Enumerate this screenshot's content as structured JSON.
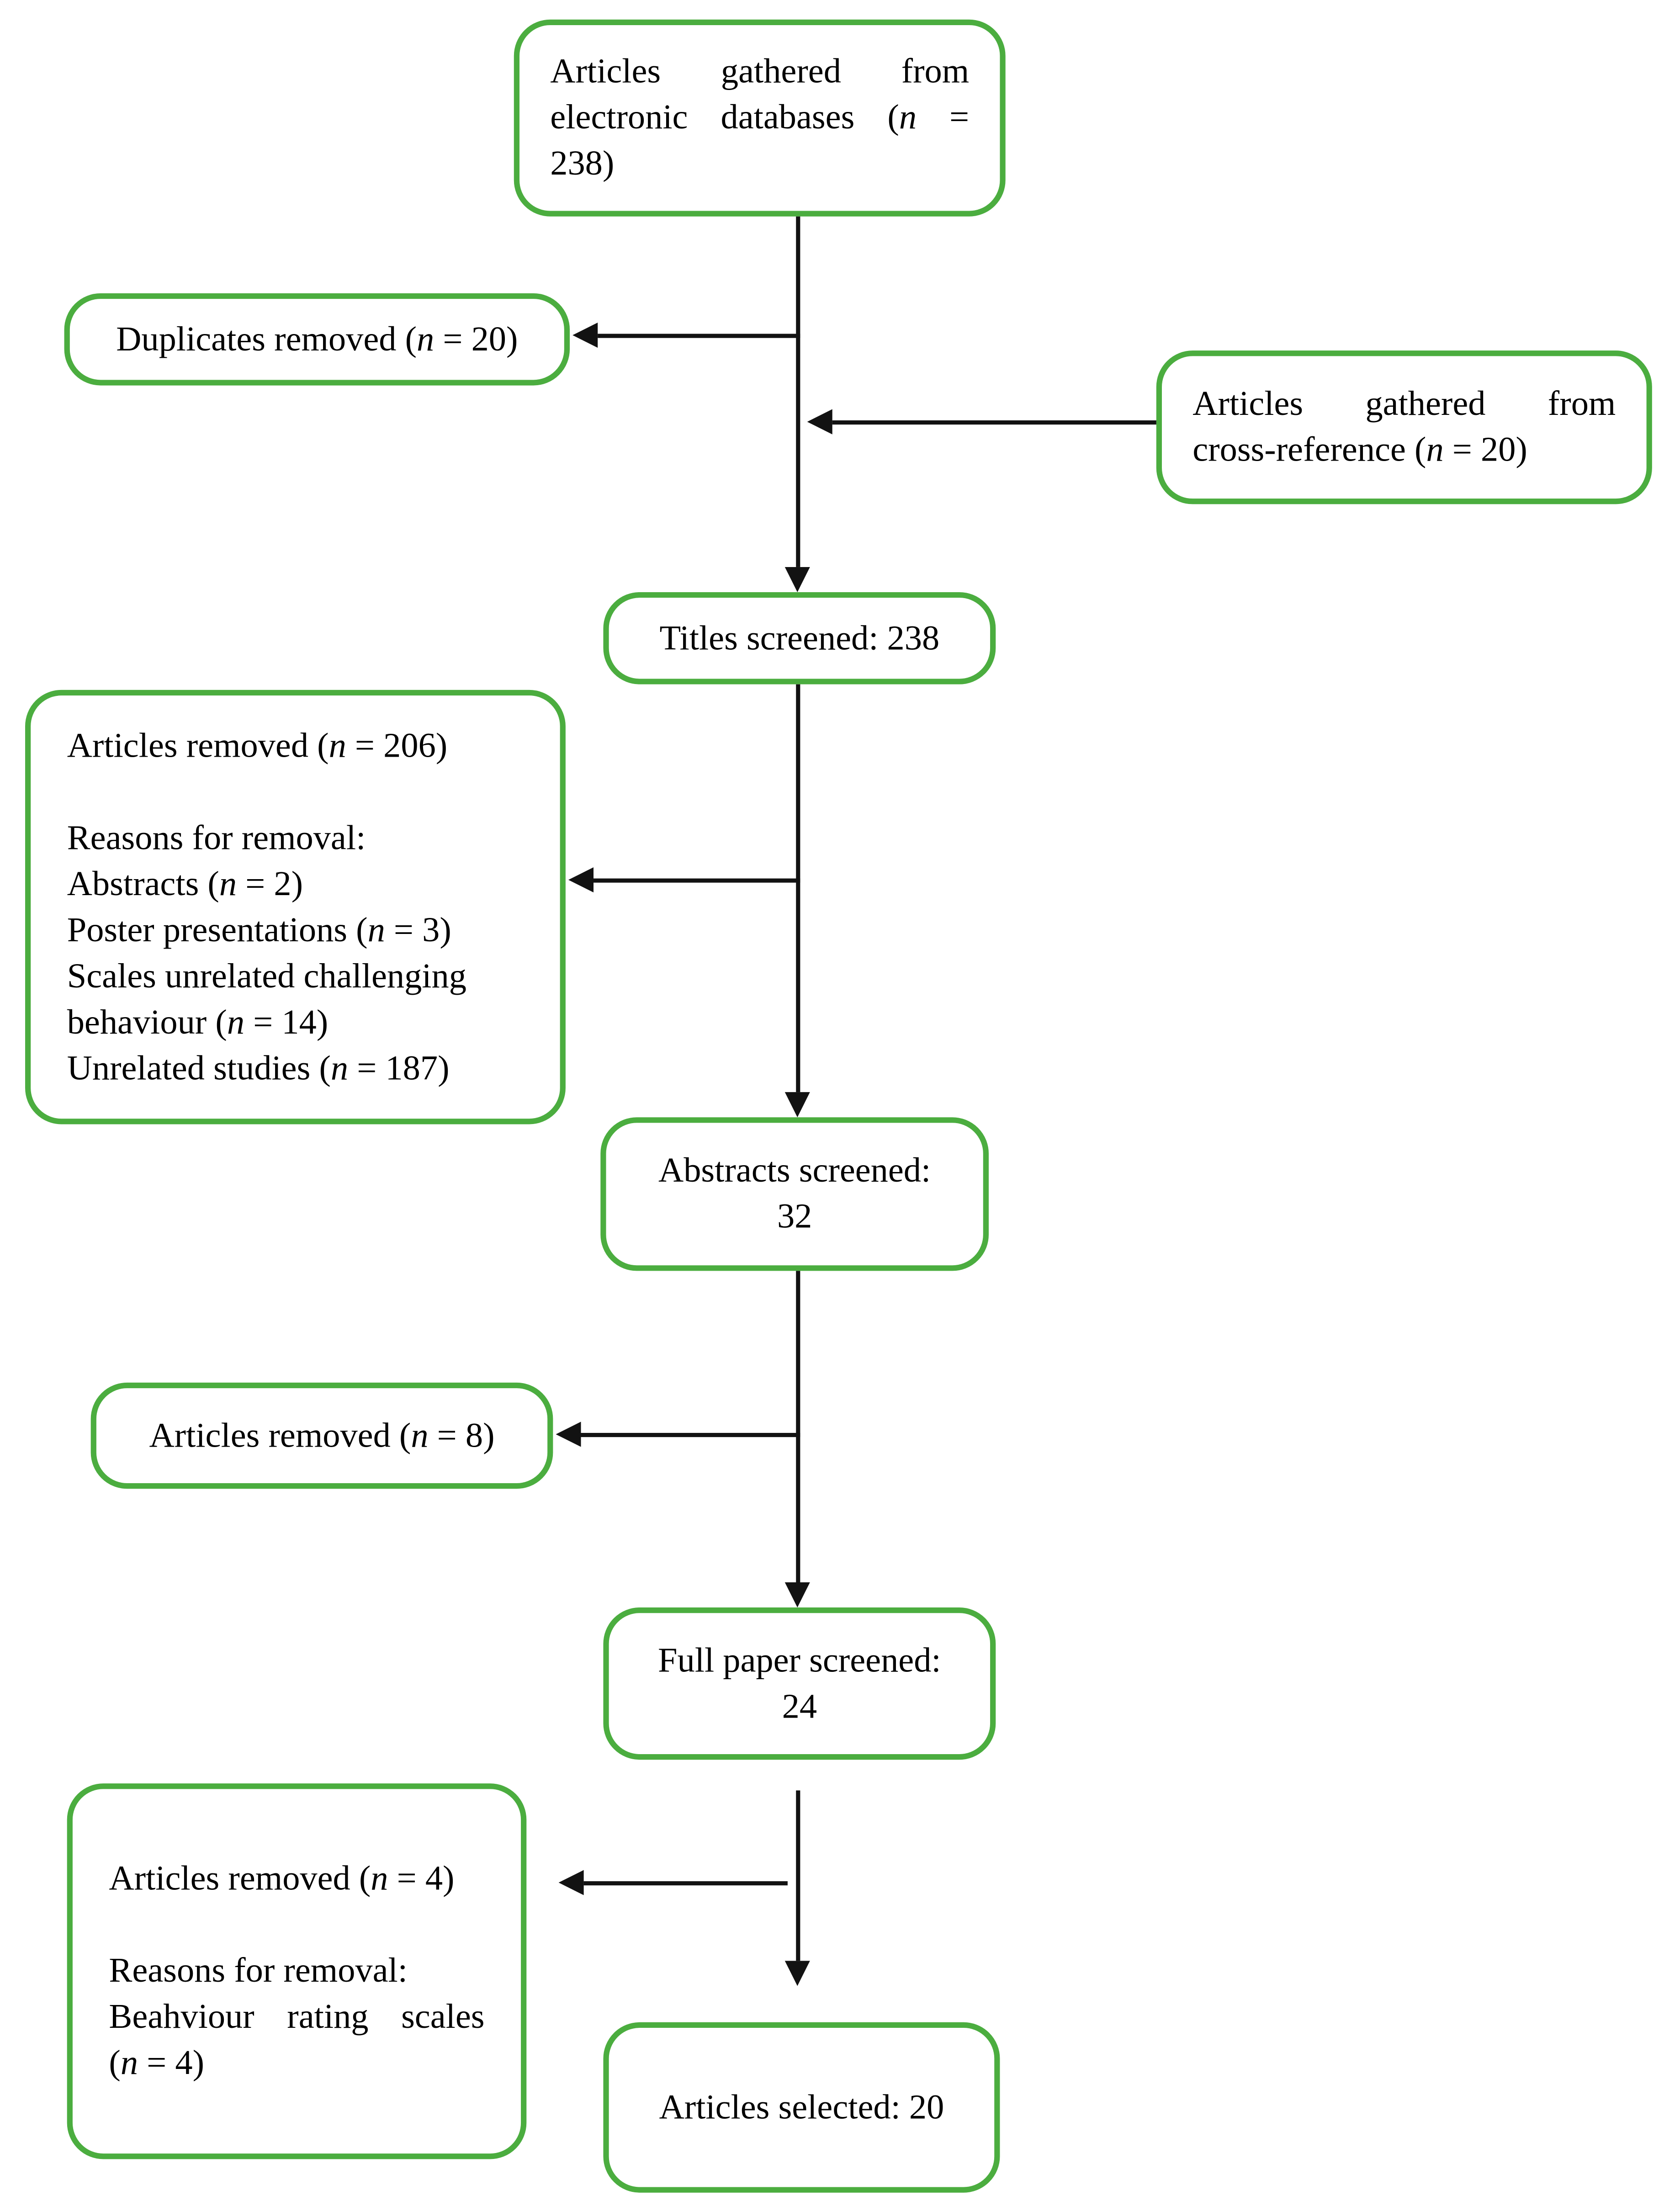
{
  "colors": {
    "box_border_green": "#4bad3f",
    "arrow_black": "#121212",
    "text_black": "#000000"
  },
  "boxes": {
    "gathered_databases": {
      "lines": [
        {
          "j": 1,
          "words": [
            [
              [
                "Articles"
              ]
            ],
            [
              [
                "gathered"
              ]
            ],
            [
              [
                "from"
              ]
            ]
          ]
        },
        {
          "j": 1,
          "words": [
            [
              [
                "electronic"
              ]
            ],
            [
              [
                "databases"
              ]
            ],
            [
              [
                "("
              ],
              [
                "n",
                1
              ]
            ],
            [
              [
                "="
              ]
            ]
          ]
        },
        {
          "words": [
            [
              [
                "238)"
              ]
            ]
          ]
        }
      ]
    },
    "duplicates_removed": {
      "lines": [
        {
          "c": 1,
          "words": [
            [
              [
                "Duplicates"
              ]
            ],
            [
              [
                "removed"
              ]
            ],
            [
              [
                "("
              ],
              [
                "n",
                1
              ]
            ],
            [
              [
                "="
              ]
            ],
            [
              [
                "20)"
              ]
            ]
          ]
        }
      ]
    },
    "cross_reference": {
      "lines": [
        {
          "j": 1,
          "words": [
            [
              [
                "Articles"
              ]
            ],
            [
              [
                "gathered"
              ]
            ],
            [
              [
                "from"
              ]
            ]
          ]
        },
        {
          "words": [
            [
              [
                "cross-reference"
              ]
            ],
            [
              [
                "("
              ],
              [
                "n",
                1
              ]
            ],
            [
              [
                "="
              ]
            ],
            [
              [
                "20)"
              ]
            ]
          ]
        }
      ]
    },
    "titles_screened": {
      "lines": [
        {
          "c": 1,
          "words": [
            [
              [
                "Titles"
              ]
            ],
            [
              [
                "screened:"
              ]
            ],
            [
              [
                "238"
              ]
            ]
          ]
        }
      ]
    },
    "articles_removed_206": {
      "lines": [
        {
          "words": [
            [
              [
                "Articles"
              ]
            ],
            [
              [
                "removed"
              ]
            ],
            [
              [
                "("
              ],
              [
                "n",
                1
              ]
            ],
            [
              [
                "="
              ]
            ],
            [
              [
                "206)"
              ]
            ]
          ]
        },
        {
          "words": []
        },
        {
          "words": [
            [
              [
                "Reasons"
              ]
            ],
            [
              [
                "for"
              ]
            ],
            [
              [
                "removal:"
              ]
            ]
          ]
        },
        {
          "words": [
            [
              [
                "Abstracts"
              ]
            ],
            [
              [
                "("
              ],
              [
                "n",
                1
              ]
            ],
            [
              [
                "="
              ]
            ],
            [
              [
                "2)"
              ]
            ]
          ]
        },
        {
          "words": [
            [
              [
                "Poster"
              ]
            ],
            [
              [
                "presentations"
              ]
            ],
            [
              [
                "("
              ],
              [
                "n",
                1
              ]
            ],
            [
              [
                "="
              ]
            ],
            [
              [
                "3)"
              ]
            ]
          ]
        },
        {
          "words": [
            [
              [
                "Scales"
              ]
            ],
            [
              [
                "unrelated"
              ]
            ],
            [
              [
                "challenging"
              ]
            ]
          ]
        },
        {
          "words": [
            [
              [
                "behaviour"
              ]
            ],
            [
              [
                "("
              ],
              [
                "n",
                1
              ]
            ],
            [
              [
                "="
              ]
            ],
            [
              [
                "14)"
              ]
            ]
          ]
        },
        {
          "words": [
            [
              [
                "Unrelated"
              ]
            ],
            [
              [
                "studies"
              ]
            ],
            [
              [
                "("
              ],
              [
                "n",
                1
              ]
            ],
            [
              [
                "="
              ]
            ],
            [
              [
                "187)"
              ]
            ]
          ]
        }
      ]
    },
    "abstracts_screened": {
      "lines": [
        {
          "c": 1,
          "words": [
            [
              [
                "Abstracts"
              ]
            ],
            [
              [
                "screened:"
              ]
            ]
          ]
        },
        {
          "c": 1,
          "words": [
            [
              [
                "32"
              ]
            ]
          ]
        }
      ]
    },
    "articles_removed_8": {
      "lines": [
        {
          "c": 1,
          "words": [
            [
              [
                "Articles"
              ]
            ],
            [
              [
                "removed"
              ]
            ],
            [
              [
                "("
              ],
              [
                "n",
                1
              ]
            ],
            [
              [
                "="
              ]
            ],
            [
              [
                "8)"
              ]
            ]
          ]
        }
      ]
    },
    "full_paper_screened": {
      "lines": [
        {
          "c": 1,
          "words": [
            [
              [
                "Full"
              ]
            ],
            [
              [
                "paper"
              ]
            ],
            [
              [
                "screened:"
              ]
            ]
          ]
        },
        {
          "c": 1,
          "words": [
            [
              [
                "24"
              ]
            ]
          ]
        }
      ]
    },
    "articles_removed_4": {
      "lines": [
        {
          "words": [
            [
              [
                "Articles"
              ]
            ],
            [
              [
                "removed"
              ]
            ],
            [
              [
                "("
              ],
              [
                "n",
                1
              ]
            ],
            [
              [
                "="
              ]
            ],
            [
              [
                "4)"
              ]
            ]
          ]
        },
        {
          "words": []
        },
        {
          "words": [
            [
              [
                "Reasons"
              ]
            ],
            [
              [
                "for"
              ]
            ],
            [
              [
                "removal:"
              ]
            ]
          ]
        },
        {
          "j": 1,
          "words": [
            [
              [
                "Beahviour"
              ]
            ],
            [
              [
                "rating"
              ]
            ],
            [
              [
                "scales"
              ]
            ]
          ]
        },
        {
          "words": [
            [
              [
                "("
              ],
              [
                "n",
                1
              ]
            ],
            [
              [
                "="
              ]
            ],
            [
              [
                "4)"
              ]
            ]
          ]
        }
      ]
    },
    "articles_selected": {
      "lines": [
        {
          "c": 1,
          "words": [
            [
              [
                "Articles"
              ]
            ],
            [
              [
                "selected:"
              ]
            ],
            [
              [
                "20"
              ]
            ]
          ]
        }
      ]
    }
  }
}
